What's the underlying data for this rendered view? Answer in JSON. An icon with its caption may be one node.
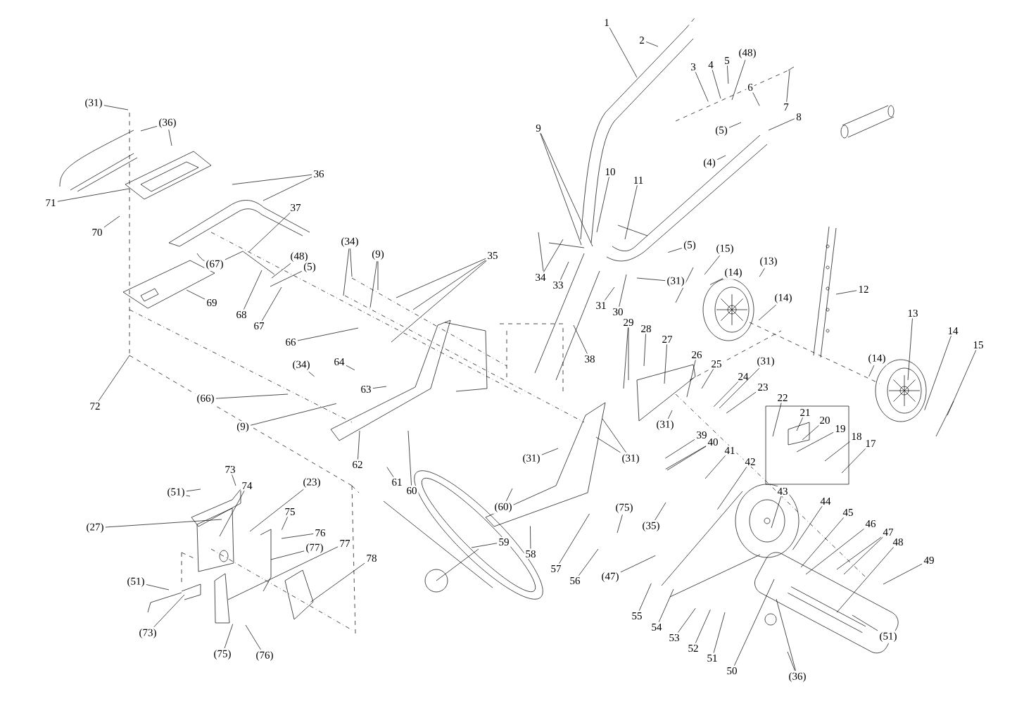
{
  "diagram": {
    "nodes": [
      {
        "text": [
          "1"
        ]
      },
      {
        "text": [
          "2"
        ]
      },
      {
        "text": [
          "(48)"
        ]
      },
      {
        "text": [
          "3"
        ]
      },
      {
        "text": [
          "4"
        ]
      },
      {
        "text": [
          "5"
        ]
      },
      {
        "text": [
          "6"
        ]
      },
      {
        "text": [
          "(31)"
        ]
      },
      {
        "text": [
          "7"
        ]
      },
      {
        "text": [
          "(36)"
        ]
      },
      {
        "text": [
          "8"
        ]
      },
      {
        "text": [
          "9"
        ]
      },
      {
        "text": [
          "(5)"
        ]
      },
      {
        "text": [
          "(4)"
        ]
      },
      {
        "text": [
          "36"
        ]
      },
      {
        "text": [
          "10"
        ]
      },
      {
        "text": [
          "11"
        ]
      },
      {
        "text": [
          "71"
        ]
      },
      {
        "text": [
          "37"
        ]
      },
      {
        "text": [
          "70"
        ]
      },
      {
        "text": [
          "(34)"
        ]
      },
      {
        "text": [
          "(5)"
        ]
      },
      {
        "text": [
          "(15)"
        ]
      },
      {
        "text": [
          "(9)"
        ]
      },
      {
        "text": [
          "35"
        ]
      },
      {
        "text": [
          "(48)"
        ]
      },
      {
        "text": [
          "(13)"
        ]
      },
      {
        "text": [
          "(14)"
        ]
      },
      {
        "text": [
          "(67)"
        ]
      },
      {
        "text": [
          "(5)"
        ]
      },
      {
        "text": [
          "(31)"
        ]
      },
      {
        "text": [
          "34"
        ]
      },
      {
        "text": [
          "33"
        ]
      },
      {
        "text": [
          "12"
        ]
      },
      {
        "text": [
          "(14)"
        ]
      },
      {
        "text": [
          "69"
        ]
      },
      {
        "text": [
          "31"
        ]
      },
      {
        "text": [
          "30"
        ]
      },
      {
        "text": [
          "67"
        ]
      },
      {
        "text": [
          "68"
        ]
      },
      {
        "text": [
          "66"
        ]
      },
      {
        "text": [
          "29"
        ]
      },
      {
        "text": [
          "28"
        ]
      },
      {
        "text": [
          "27"
        ]
      },
      {
        "text": [
          "13"
        ]
      },
      {
        "text": [
          "14"
        ]
      },
      {
        "text": [
          "15"
        ]
      },
      {
        "text": [
          "38"
        ]
      },
      {
        "text": [
          "26"
        ]
      },
      {
        "text": [
          "(31)"
        ]
      },
      {
        "text": [
          "25"
        ]
      },
      {
        "text": [
          "(14)"
        ]
      },
      {
        "text": [
          "(34)"
        ]
      },
      {
        "text": [
          "64"
        ]
      },
      {
        "text": [
          "24"
        ]
      },
      {
        "text": [
          "23"
        ]
      },
      {
        "text": [
          "63"
        ]
      },
      {
        "text": [
          "(66)"
        ]
      },
      {
        "text": [
          "22"
        ]
      },
      {
        "text": [
          "72"
        ]
      },
      {
        "text": [
          "21"
        ]
      },
      {
        "text": [
          "(9)"
        ]
      },
      {
        "text": [
          "20"
        ]
      },
      {
        "text": [
          "(31)"
        ]
      },
      {
        "text": [
          "19"
        ]
      },
      {
        "text": [
          "39"
        ]
      },
      {
        "text": [
          "18"
        ]
      },
      {
        "text": [
          "40"
        ]
      },
      {
        "text": [
          "17"
        ]
      },
      {
        "text": [
          "41"
        ]
      },
      {
        "text": [
          "(31)"
        ]
      },
      {
        "text": [
          "(31)"
        ]
      },
      {
        "text": [
          "62"
        ]
      },
      {
        "text": [
          "42"
        ]
      },
      {
        "text": [
          "73"
        ]
      },
      {
        "text": [
          "61"
        ]
      },
      {
        "text": [
          "(23)"
        ]
      },
      {
        "text": [
          "74"
        ]
      },
      {
        "text": [
          "43"
        ]
      },
      {
        "text": [
          "60"
        ]
      },
      {
        "text": [
          "(51)"
        ]
      },
      {
        "text": [
          "44"
        ]
      },
      {
        "text": [
          "(60)"
        ]
      },
      {
        "text": [
          "(75)"
        ]
      },
      {
        "text": [
          "75"
        ]
      },
      {
        "text": [
          "45"
        ]
      },
      {
        "text": [
          "(35)"
        ]
      },
      {
        "text": [
          "46"
        ]
      },
      {
        "text": [
          "(27)"
        ]
      },
      {
        "text": [
          "47"
        ]
      },
      {
        "text": [
          "76"
        ]
      },
      {
        "text": [
          "48"
        ]
      },
      {
        "text": [
          "59"
        ]
      },
      {
        "text": [
          "77"
        ]
      },
      {
        "text": [
          "(77)"
        ]
      },
      {
        "text": [
          "58"
        ]
      },
      {
        "text": [
          "78"
        ]
      },
      {
        "text": [
          "49"
        ]
      },
      {
        "text": [
          "57"
        ]
      },
      {
        "text": [
          "(47)"
        ]
      },
      {
        "text": [
          "56"
        ]
      },
      {
        "text": [
          "(51)"
        ]
      },
      {
        "text": [
          "55"
        ]
      },
      {
        "text": [
          "54"
        ]
      },
      {
        "text": [
          "(73)"
        ]
      },
      {
        "text": [
          "(51)"
        ]
      },
      {
        "text": [
          "53"
        ]
      },
      {
        "text": [
          "52"
        ]
      },
      {
        "text": [
          "(75)"
        ]
      },
      {
        "text": [
          "(76)"
        ]
      },
      {
        "text": [
          "51"
        ]
      },
      {
        "text": [
          "50"
        ]
      },
      {
        "text": [
          "(36)"
        ]
      }
    ],
    "edges": [
      {
        "from": 0,
        "to": null,
        "arrow": "none"
      },
      {
        "from": 1,
        "to": null,
        "arrow": "none"
      },
      {
        "from": 2,
        "to": null,
        "arrow": "none"
      },
      {
        "from": 3,
        "to": null,
        "arrow": "none"
      },
      {
        "from": 4,
        "to": null,
        "arrow": "none"
      },
      {
        "from": 5,
        "to": null,
        "arrow": "none"
      },
      {
        "from": 6,
        "to": null,
        "arrow": "none"
      },
      {
        "from": 7,
        "to": null,
        "arrow": "none"
      },
      {
        "from": 8,
        "to": null,
        "arrow": "none"
      },
      {
        "from": 9,
        "to": null,
        "arrow": "none"
      },
      {
        "from": 9,
        "to": null,
        "arrow": "none"
      },
      {
        "from": 10,
        "to": null,
        "arrow": "none"
      },
      {
        "from": 11,
        "to": null,
        "arrow": "none"
      },
      {
        "from": 11,
        "to": null,
        "arrow": "none"
      },
      {
        "from": 12,
        "to": null,
        "arrow": "none"
      },
      {
        "from": 13,
        "to": null,
        "arrow": "none"
      },
      {
        "from": 14,
        "to": null,
        "arrow": "none"
      },
      {
        "from": 14,
        "to": null,
        "arrow": "none"
      },
      {
        "from": 15,
        "to": null,
        "arrow": "none"
      },
      {
        "from": 16,
        "to": null,
        "arrow": "none"
      },
      {
        "from": 17,
        "to": null,
        "arrow": "none"
      },
      {
        "from": 18,
        "to": null,
        "arrow": "none"
      },
      {
        "from": 19,
        "to": null,
        "arrow": "none"
      },
      {
        "from": 20,
        "to": null,
        "arrow": "none"
      },
      {
        "from": 20,
        "to": null,
        "arrow": "none"
      },
      {
        "from": 21,
        "to": null,
        "arrow": "none"
      },
      {
        "from": 22,
        "to": null,
        "arrow": "none"
      },
      {
        "from": 23,
        "to": null,
        "arrow": "none"
      },
      {
        "from": 23,
        "to": null,
        "arrow": "none"
      },
      {
        "from": 24,
        "to": null,
        "arrow": "none"
      },
      {
        "from": 24,
        "to": null,
        "arrow": "none"
      },
      {
        "from": 24,
        "to": null,
        "arrow": "none"
      },
      {
        "from": 25,
        "to": null,
        "arrow": "none"
      },
      {
        "from": 26,
        "to": null,
        "arrow": "none"
      },
      {
        "from": 27,
        "to": null,
        "arrow": "none"
      },
      {
        "from": 28,
        "to": null,
        "arrow": "none"
      },
      {
        "from": 29,
        "to": null,
        "arrow": "none"
      },
      {
        "from": 30,
        "to": null,
        "arrow": "none"
      },
      {
        "from": 31,
        "to": null,
        "arrow": "none"
      },
      {
        "from": 32,
        "to": null,
        "arrow": "none"
      },
      {
        "from": 33,
        "to": null,
        "arrow": "none"
      },
      {
        "from": 34,
        "to": null,
        "arrow": "none"
      },
      {
        "from": 35,
        "to": null,
        "arrow": "none"
      },
      {
        "from": 36,
        "to": null,
        "arrow": "none"
      },
      {
        "from": 37,
        "to": null,
        "arrow": "none"
      },
      {
        "from": 38,
        "to": null,
        "arrow": "none"
      },
      {
        "from": 39,
        "to": null,
        "arrow": "none"
      },
      {
        "from": 40,
        "to": null,
        "arrow": "none"
      },
      {
        "from": 41,
        "to": null,
        "arrow": "none"
      },
      {
        "from": 41,
        "to": null,
        "arrow": "none"
      },
      {
        "from": 42,
        "to": null,
        "arrow": "none"
      },
      {
        "from": 43,
        "to": null,
        "arrow": "none"
      },
      {
        "from": 44,
        "to": null,
        "arrow": "none"
      },
      {
        "from": 45,
        "to": null,
        "arrow": "none"
      },
      {
        "from": 46,
        "to": null,
        "arrow": "none"
      },
      {
        "from": 47,
        "to": null,
        "arrow": "none"
      },
      {
        "from": 48,
        "to": null,
        "arrow": "none"
      },
      {
        "from": 49,
        "to": null,
        "arrow": "none"
      },
      {
        "from": 50,
        "to": null,
        "arrow": "none"
      },
      {
        "from": 51,
        "to": null,
        "arrow": "none"
      },
      {
        "from": 52,
        "to": null,
        "arrow": "none"
      },
      {
        "from": 53,
        "to": null,
        "arrow": "none"
      },
      {
        "from": 54,
        "to": null,
        "arrow": "none"
      },
      {
        "from": 55,
        "to": null,
        "arrow": "none"
      },
      {
        "from": 56,
        "to": null,
        "arrow": "none"
      },
      {
        "from": 57,
        "to": null,
        "arrow": "none"
      },
      {
        "from": 58,
        "to": null,
        "arrow": "none"
      },
      {
        "from": 59,
        "to": null,
        "arrow": "none"
      },
      {
        "from": 60,
        "to": null,
        "arrow": "none"
      },
      {
        "from": 61,
        "to": null,
        "arrow": "none"
      },
      {
        "from": 62,
        "to": null,
        "arrow": "none"
      },
      {
        "from": 63,
        "to": null,
        "arrow": "none"
      },
      {
        "from": 64,
        "to": null,
        "arrow": "none"
      },
      {
        "from": 65,
        "to": null,
        "arrow": "none"
      },
      {
        "from": 66,
        "to": null,
        "arrow": "none"
      },
      {
        "from": 67,
        "to": null,
        "arrow": "none"
      },
      {
        "from": 67,
        "to": null,
        "arrow": "none"
      },
      {
        "from": 68,
        "to": null,
        "arrow": "none"
      },
      {
        "from": 69,
        "to": null,
        "arrow": "none"
      },
      {
        "from": 70,
        "to": null,
        "arrow": "none"
      },
      {
        "from": 71,
        "to": null,
        "arrow": "none"
      },
      {
        "from": 71,
        "to": null,
        "arrow": "none"
      },
      {
        "from": 72,
        "to": null,
        "arrow": "none"
      },
      {
        "from": 73,
        "to": null,
        "arrow": "none"
      },
      {
        "from": 74,
        "to": null,
        "arrow": "none"
      },
      {
        "from": 75,
        "to": null,
        "arrow": "none"
      },
      {
        "from": 76,
        "to": null,
        "arrow": "none"
      },
      {
        "from": 77,
        "to": null,
        "arrow": "none"
      },
      {
        "from": 78,
        "to": null,
        "arrow": "none"
      },
      {
        "from": 79,
        "to": null,
        "arrow": "none"
      },
      {
        "from": 80,
        "to": null,
        "arrow": "none"
      },
      {
        "from": 81,
        "to": null,
        "arrow": "none"
      },
      {
        "from": 82,
        "to": null,
        "arrow": "none"
      },
      {
        "from": 83,
        "to": null,
        "arrow": "none"
      },
      {
        "from": 84,
        "to": null,
        "arrow": "none"
      },
      {
        "from": 85,
        "to": null,
        "arrow": "none"
      },
      {
        "from": 86,
        "to": null,
        "arrow": "none"
      },
      {
        "from": 87,
        "to": null,
        "arrow": "none"
      },
      {
        "from": 88,
        "to": null,
        "arrow": "none"
      },
      {
        "from": 89,
        "to": null,
        "arrow": "none"
      },
      {
        "from": 89,
        "to": null,
        "arrow": "none"
      },
      {
        "from": 90,
        "to": null,
        "arrow": "none"
      },
      {
        "from": 91,
        "to": null,
        "arrow": "none"
      },
      {
        "from": 92,
        "to": null,
        "arrow": "none"
      },
      {
        "from": 93,
        "to": null,
        "arrow": "none"
      },
      {
        "from": 94,
        "to": null,
        "arrow": "none"
      },
      {
        "from": 95,
        "to": null,
        "arrow": "none"
      },
      {
        "from": 96,
        "to": null,
        "arrow": "none"
      },
      {
        "from": 97,
        "to": null,
        "arrow": "none"
      },
      {
        "from": 98,
        "to": null,
        "arrow": "none"
      },
      {
        "from": 99,
        "to": null,
        "arrow": "none"
      },
      {
        "from": 100,
        "to": null,
        "arrow": "none"
      },
      {
        "from": 101,
        "to": null,
        "arrow": "none"
      },
      {
        "from": 102,
        "to": null,
        "arrow": "none"
      },
      {
        "from": 103,
        "to": null,
        "arrow": "none"
      },
      {
        "from": 104,
        "to": null,
        "arrow": "none"
      },
      {
        "from": 105,
        "to": null,
        "arrow": "none"
      },
      {
        "from": 106,
        "to": null,
        "arrow": "none"
      },
      {
        "from": 107,
        "to": null,
        "arrow": "none"
      },
      {
        "from": 108,
        "to": null,
        "arrow": "none"
      },
      {
        "from": 109,
        "to": null,
        "arrow": "none"
      },
      {
        "from": 110,
        "to": null,
        "arrow": "none"
      },
      {
        "from": 111,
        "to": null,
        "arrow": "none"
      },
      {
        "from": 112,
        "to": null,
        "arrow": "none"
      },
      {
        "from": 112,
        "to": null,
        "arrow": "none"
      }
    ]
  }
}
